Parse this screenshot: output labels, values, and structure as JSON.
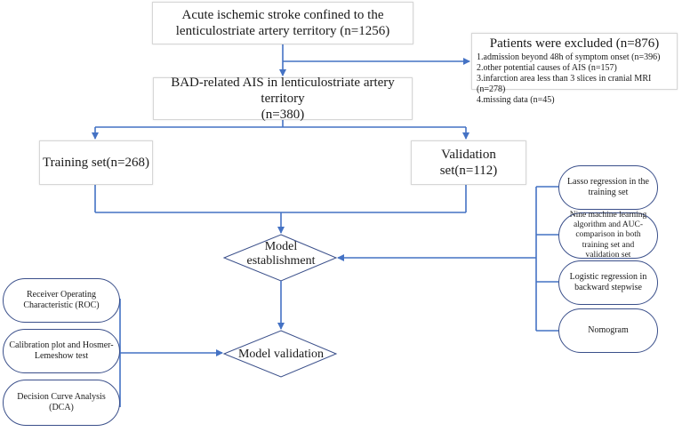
{
  "flowchart": {
    "accent_color": "#4472c4",
    "nodes": {
      "initial": "Acute ischemic stroke confined to the lenticulostriate artery territory (n=1256)",
      "initial_line1": "Acute ischemic stroke confined to the",
      "initial_line2": "lenticulostriate artery territory (n=1256)",
      "bad_line1": "BAD-related AIS in lenticulostriate artery territory",
      "bad_line2": "(n=380)",
      "training": "Training set(n=268)",
      "validation": "Validation set(n=112)",
      "model_establishment_line1": "Model",
      "model_establishment_line2": "establishment",
      "model_validation": "Model validation"
    },
    "excluded": {
      "title": "Patients were excluded (n=876)",
      "items": [
        "1.admission beyond 48h of symptom onset (n=396)",
        "2.other potential causes of AIS (n=157)",
        "3.infarction area less than 3 slices in cranial MRI (n=278)",
        "4.missing data (n=45)"
      ]
    },
    "establishment_methods": [
      "Lasso regression in the training set",
      "Nine machine learning algorithm and AUC-comparison in both training set and validation set",
      "Logistic regression in backward stepwise",
      "Nomogram"
    ],
    "validation_methods": [
      "Receiver Operating Characteristic (ROC)",
      "Calibration plot and Hosmer-Lemeshow test",
      "Decision Curve Analysis (DCA)"
    ]
  }
}
